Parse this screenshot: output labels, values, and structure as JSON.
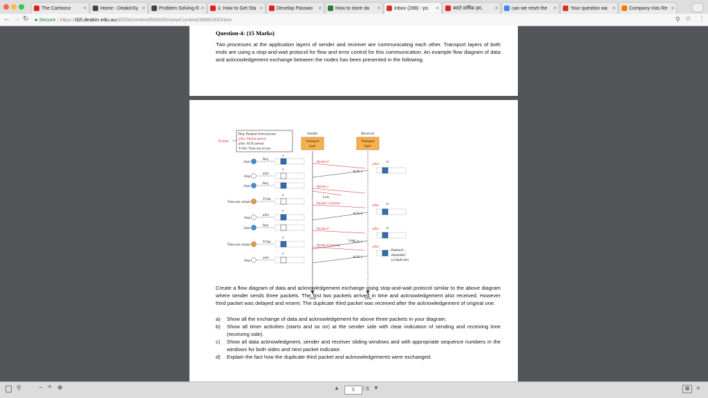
{
  "browser": {
    "tabs": [
      {
        "label": "The Cartoonz",
        "color": "#e02020"
      },
      {
        "label": "Home - DeakinSy",
        "color": "#444444"
      },
      {
        "label": "Problem Solving R",
        "color": "#444444"
      },
      {
        "label": "1: How to Get Sta",
        "color": "#e02020"
      },
      {
        "label": "Develop Passwo",
        "color": "#e02020"
      },
      {
        "label": "How to store da",
        "color": "#2e7d32"
      },
      {
        "label": "Inbox (288) - ps",
        "color": "#d93025"
      },
      {
        "label": "स्मार्ट वार्षिक हम,",
        "color": "#e02020"
      },
      {
        "label": "can we reset the",
        "color": "#4285f4"
      },
      {
        "label": "Your question wa",
        "color": "#d93025"
      },
      {
        "label": "Company Has Re",
        "color": "#f57c00"
      }
    ],
    "url_secure": "Secure",
    "url_sep": "|",
    "url_scheme": "https://",
    "url_host": "d2l.deakin.edu.au",
    "url_path": "/d2l/le/content/650060/viewContent/3998183/View"
  },
  "document": {
    "question_title": "Question-4: (15 Marks)",
    "intro": "Two processes at the application layers of sender and receiver are communicating each other. Transport layers of both ends are using a stop-and-wait protocol for flow and error control for this communication. An example flow diagram of data and acknowledgement exchange between the nodes has been presented in the following.",
    "task": "Create a flow diagram of data and acknowledgement exchange using stop-and-wait protocol similar to the above diagram where sender sends three packets. The first two packets arrived in time and acknowledgement also received. However third packet was delayed and resent. The duplicate third packet was received after the acknowledgement of original one.",
    "items": [
      {
        "marker": "a)",
        "text": "Show all the exchange of data and acknowledgement for above three packets in your diagram."
      },
      {
        "marker": "b)",
        "text": "Show all timer activities (starts and so on) at the sender side with clear indication of sending and receiving time (receiving side)."
      },
      {
        "marker": "c)",
        "text": "Show all data acknowledgment, sender and receiver sliding windows and with appropriate sequence numbers in the windows for both sides and next packet indicator."
      },
      {
        "marker": "d)",
        "text": "Explain the fact how the duplicate third packet and acknowledgements were exchanged."
      }
    ]
  },
  "diagram": {
    "legend": [
      "Req: Request from process",
      "pArr: Packet arrival",
      "aArr: ACK arrival",
      "T-Out: Time out occurs"
    ],
    "events_label": "Events:",
    "sender_label": "Sender",
    "receiver_label": "Receiver",
    "transport_label": "Transport",
    "layer_label": "layer",
    "left_labels": [
      "Start",
      "Stop",
      "Start",
      "Time-out; restart",
      "Stop",
      "Start",
      "Time-out; restart",
      "Stop"
    ],
    "event_labels": [
      "Req",
      "aArr",
      "Req",
      "T-Out",
      "aArr",
      "Req",
      "T-Out",
      "aArr"
    ],
    "packet_labels": [
      "Packet 0",
      "Packet 1",
      "Lost",
      "Packet 1 (resent)",
      "Packet 0",
      "Lost",
      "Packet 0 (resent)"
    ],
    "ack_labels": [
      "ACK 1",
      "ACK 0",
      "ACK 1",
      "ACK 1"
    ],
    "parr_label": "pArr",
    "r_label": "R",
    "s_label": "S",
    "discard_lines": [
      "Packet 0",
      "discarded",
      "(a duplicate)"
    ],
    "time_label": "Time"
  },
  "footer": {
    "page_current": "5",
    "page_total": "/ 6"
  }
}
